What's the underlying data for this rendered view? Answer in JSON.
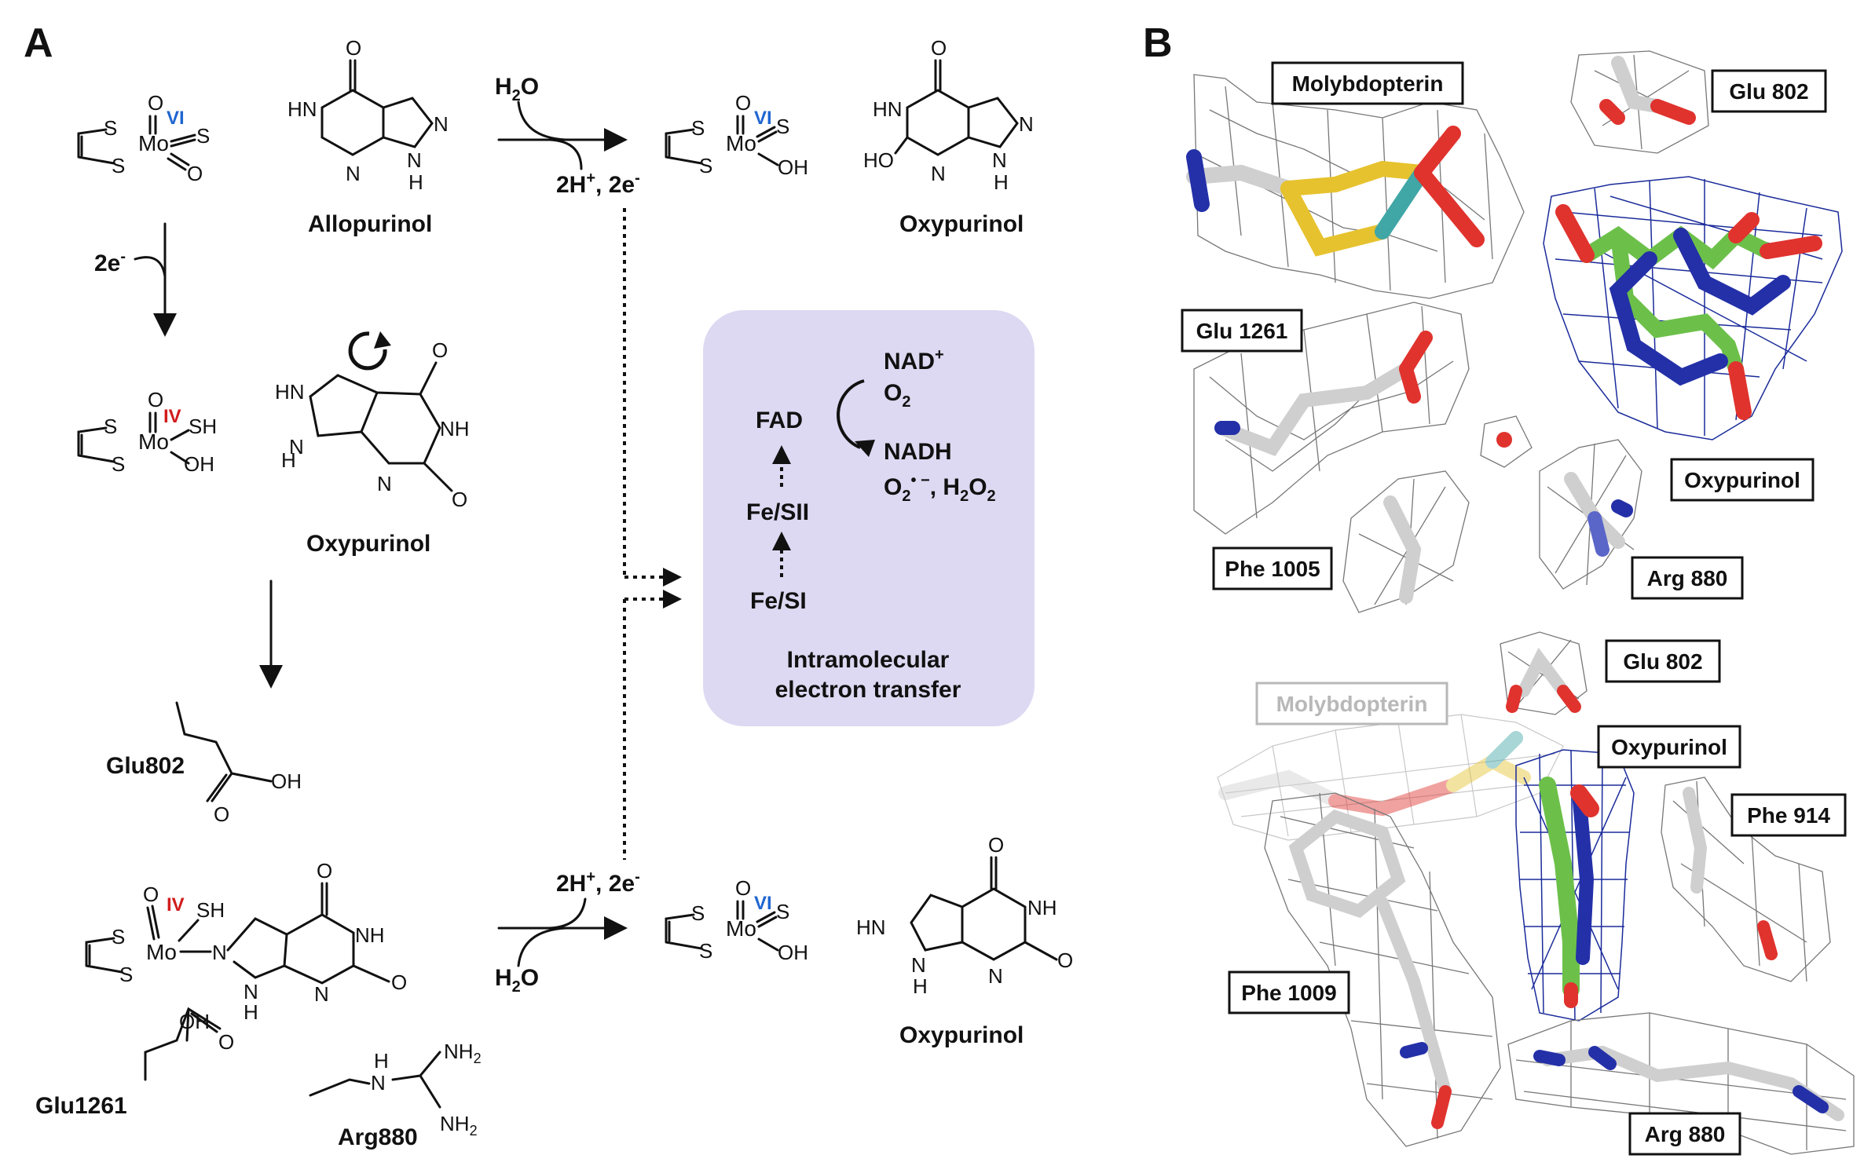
{
  "panels": {
    "a": "A",
    "b": "B"
  },
  "ox_states": {
    "vi": "VI",
    "iv": "IV"
  },
  "colors": {
    "vi": "#1f66d1",
    "iv": "#d11c1c",
    "box_fill": "#ddd9f2",
    "mesh_blue": "#1a2b9a",
    "carbon_green": "#6cc04a",
    "nitrogen_blue": "#2430a8",
    "oxygen_red": "#e0332e",
    "sulfur_yellow": "#e6c22e",
    "mo_teal": "#40a6a6"
  },
  "molecules": {
    "allopurinol": "Allopurinol",
    "oxypurinol": "Oxypurinol",
    "glu802": "Glu802",
    "glu1261": "Glu1261",
    "arg880": "Arg880"
  },
  "reagents": {
    "h2o": "H",
    "h2o_sub": "2",
    "h2o_end": "O",
    "protons": "2H",
    "protons_sup": "+",
    "electrons": ", 2e",
    "electrons_sup": "-",
    "two_e": "2e",
    "two_e_sup": "-"
  },
  "transfer_box": {
    "nad": "NAD",
    "nad_sup": "+",
    "o2": "O",
    "o2_sub": "2",
    "fad": "FAD",
    "nadh": "NADH",
    "ros_a": "O",
    "ros_a_sub": "2",
    "ros_a_sup": "• −",
    "ros_b": ", H",
    "ros_b_sub": "2",
    "ros_b_end": "O",
    "ros_b_sub2": "2",
    "fesii": "Fe/SII",
    "fesi": "Fe/SI",
    "caption_line1": "Intramolecular",
    "caption_line2": "electron transfer"
  },
  "atoms": {
    "mo": "Mo",
    "s": "S",
    "o": "O",
    "n": "N",
    "h": "H",
    "oh": "OH",
    "sh": "SH",
    "ho": "HO",
    "hn": "HN",
    "nh": "NH",
    "nh2": "NH",
    "sub2": "2"
  },
  "panel_b_top": {
    "molybdopterin": "Molybdopterin",
    "glu802": "Glu 802",
    "glu1261": "Glu 1261",
    "oxypurinol": "Oxypurinol",
    "phe1005": "Phe 1005",
    "arg880": "Arg 880"
  },
  "panel_b_bottom": {
    "glu802": "Glu 802",
    "molybdopterin": "Molybdopterin",
    "oxypurinol": "Oxypurinol",
    "phe914": "Phe 914",
    "phe1009": "Phe 1009",
    "arg880": "Arg 880"
  }
}
